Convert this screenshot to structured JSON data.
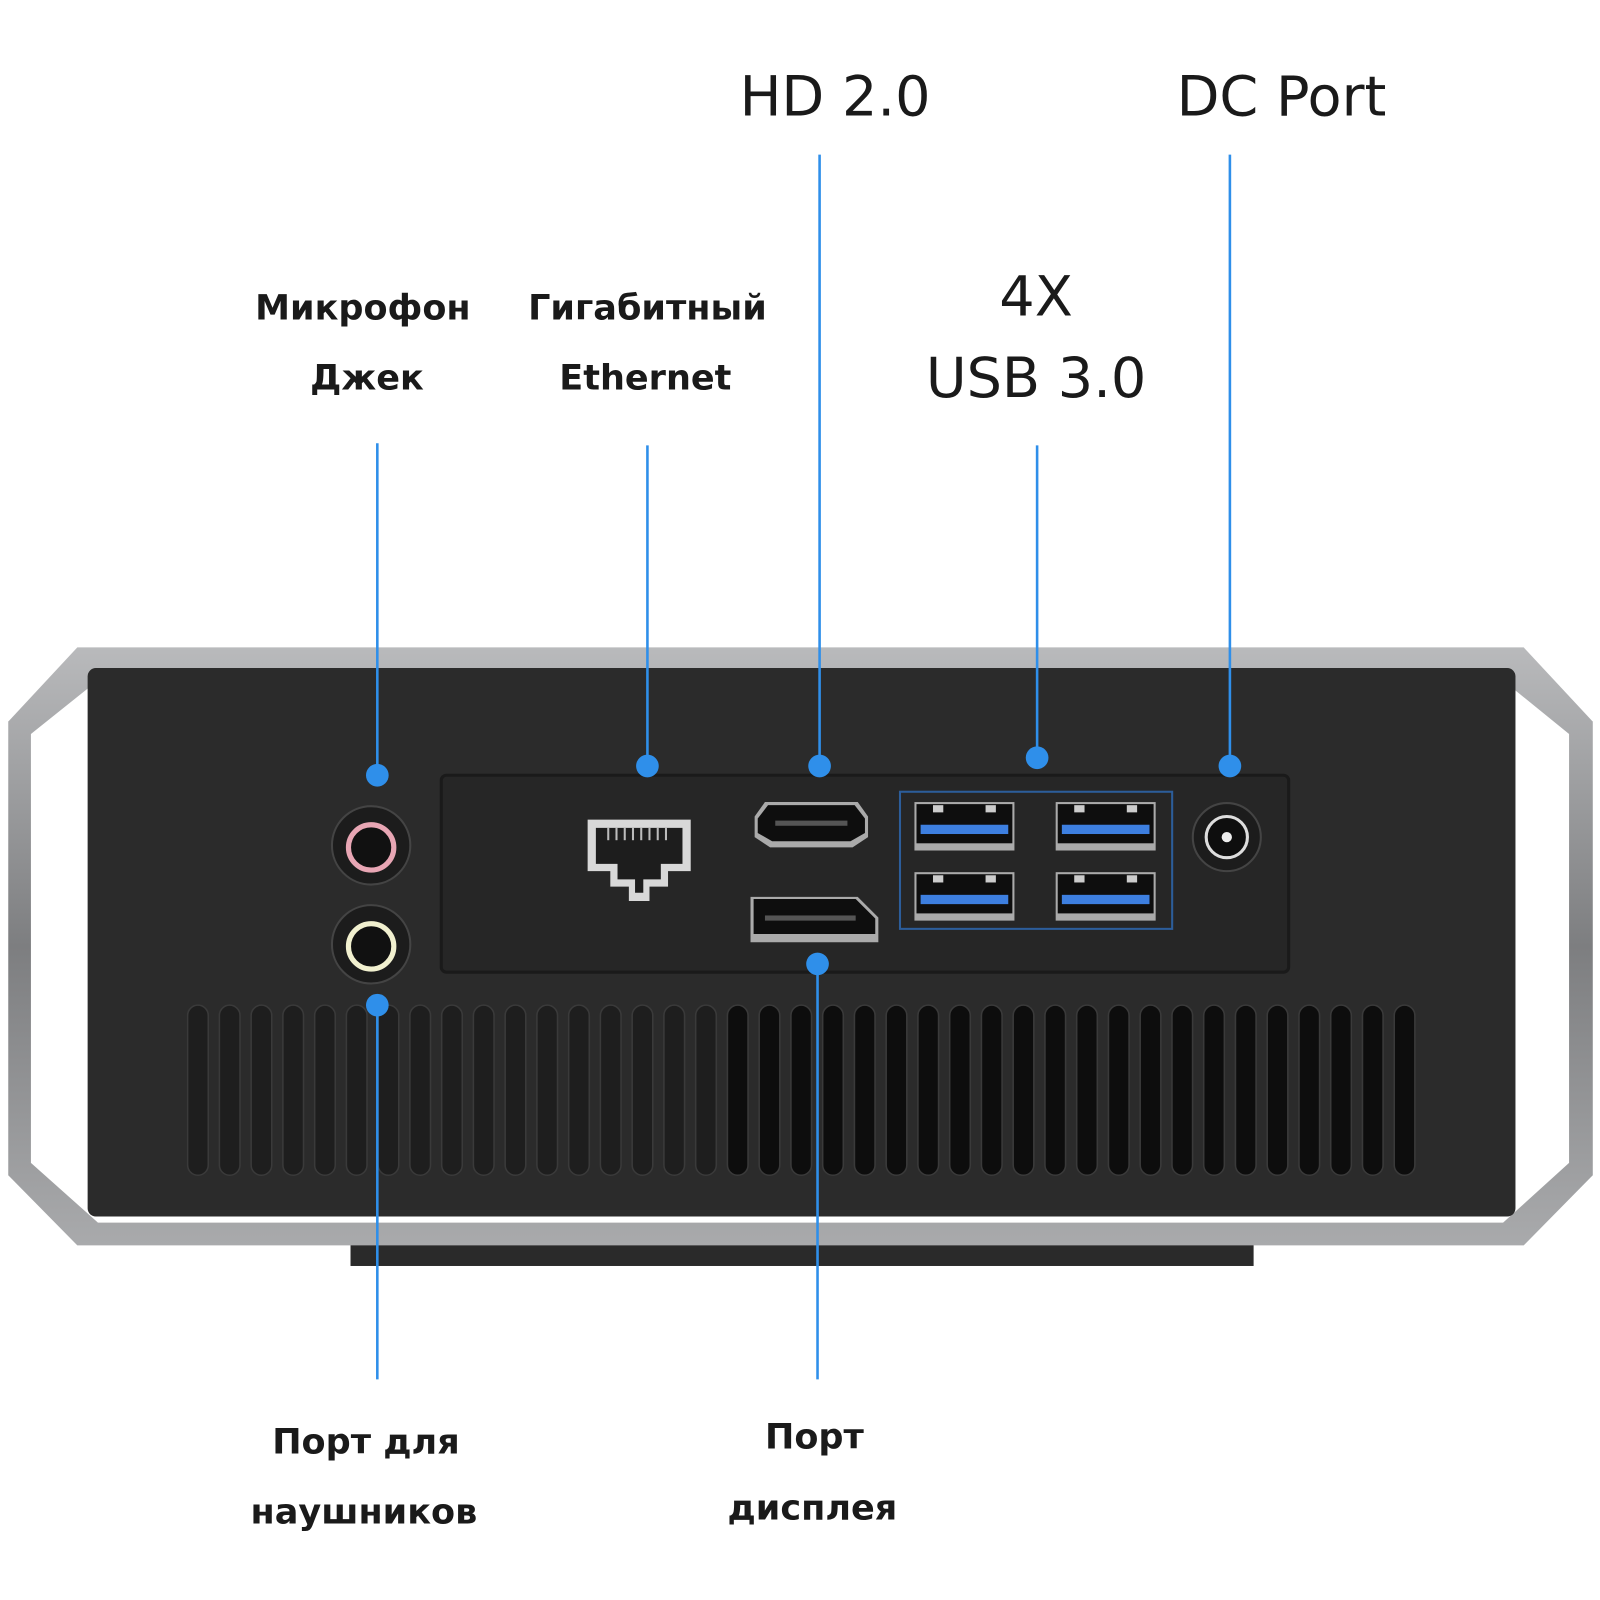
{
  "labels": {
    "hdmi": "HD 2.0",
    "dc_port": "DC Port",
    "usb_count": "4X",
    "usb": "USB 3.0",
    "mic_line1": "Микрофон",
    "mic_line2": "Джек",
    "ethernet_line1": "Гигабитный",
    "ethernet_line2": "Ethernet",
    "headphone_line1": "Порт для",
    "headphone_line2": "наушников",
    "display_line1": "Порт",
    "display_line2": "дисплея"
  },
  "colors": {
    "accent": "#2f8fea",
    "usb_blue": "#3d7fe0",
    "mic_pink": "#e8a6b4",
    "headphone_cream": "#f1f0cf",
    "chassis": "#2b2b2b",
    "frame": "#8e8f91"
  }
}
